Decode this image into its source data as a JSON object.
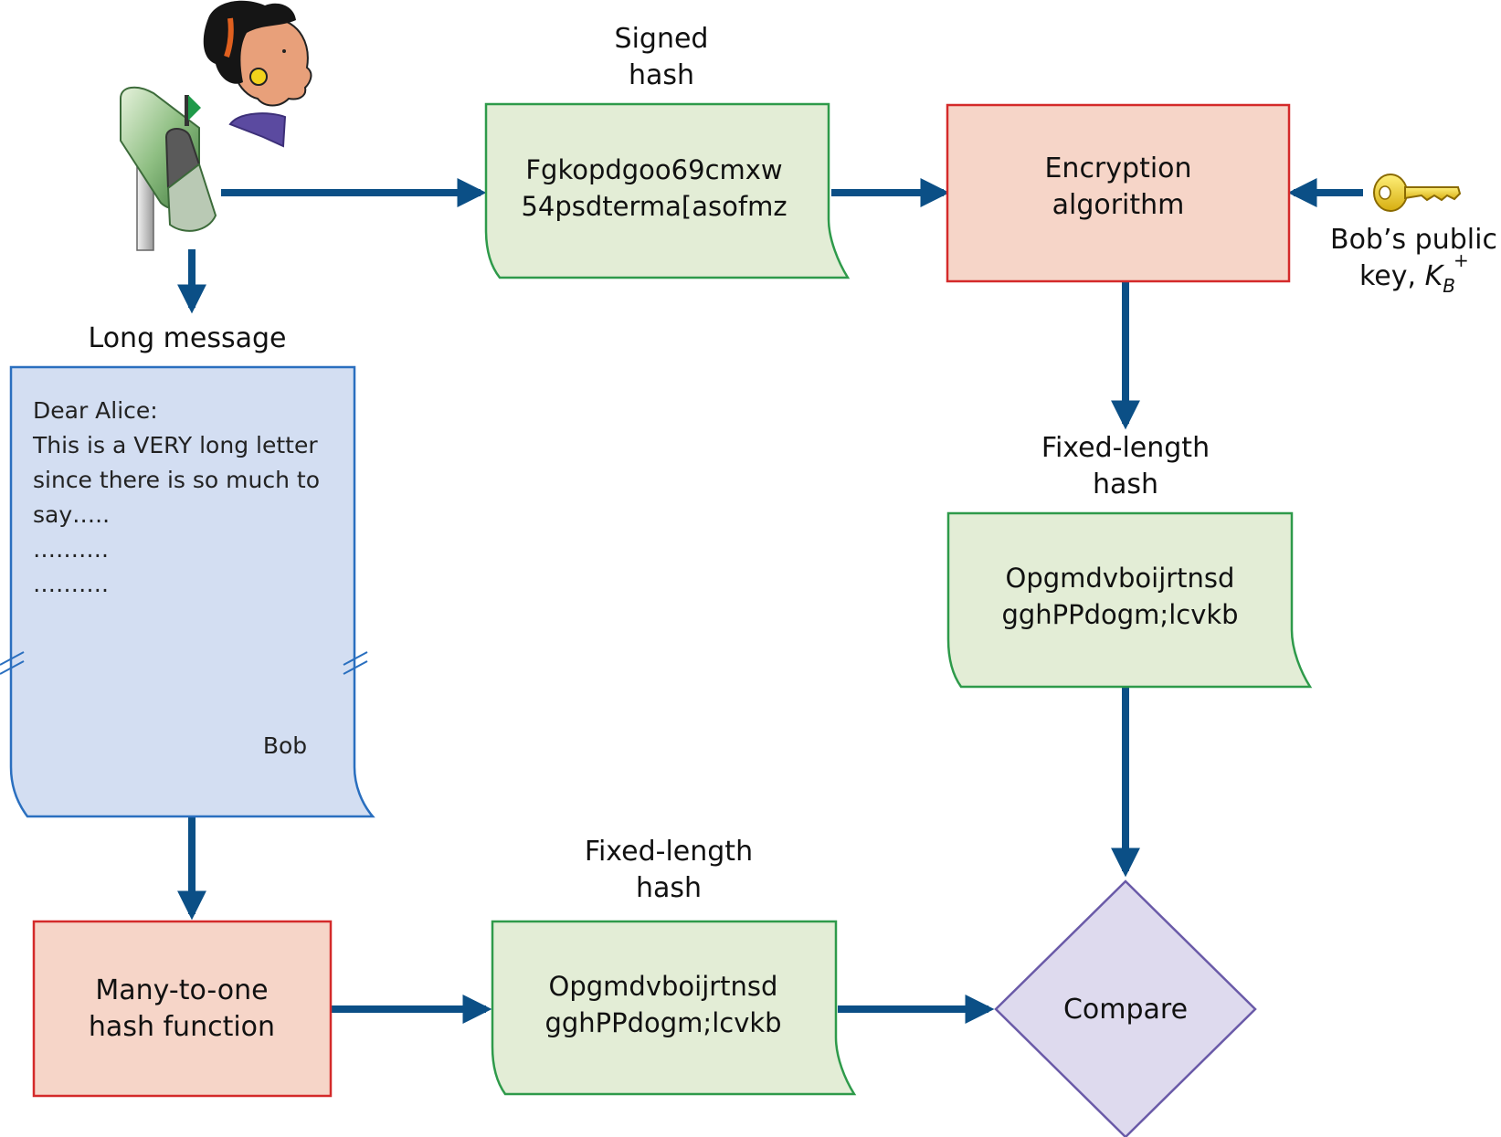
{
  "labels": {
    "signed_hash_line1": "Signed",
    "signed_hash_line2": "hash",
    "long_message": "Long message",
    "fixed_hash_top_line1": "Fixed-length",
    "fixed_hash_top_line2": "hash",
    "fixed_hash_bottom_line1": "Fixed-length",
    "fixed_hash_bottom_line2": "hash",
    "public_key_line1": "Bob’s public",
    "public_key_line2_prefix": "key, ",
    "public_key_symbol": "K",
    "public_key_subscript": "B",
    "public_key_superscript": "+"
  },
  "signed_hash_box": {
    "line1": "Fgkopdgoo69cmxw",
    "line2": "54psdterma[asofmz"
  },
  "encryption_box": {
    "line1": "Encryption",
    "line2": "algorithm"
  },
  "fixed_hash_top_box": {
    "line1": "Opgmdvboijrtnsd",
    "line2": "gghPPdogm;lcvkb"
  },
  "fixed_hash_bottom_box": {
    "line1": "Opgmdvboijrtnsd",
    "line2": "gghPPdogm;lcvkb"
  },
  "hash_function_box": {
    "line1": "Many-to-one",
    "line2": "hash function"
  },
  "compare_box": {
    "label": "Compare"
  },
  "letter": {
    "lines": [
      "Dear Alice:",
      "This is a VERY long letter",
      "since there is so much to",
      "say…..",
      "……….",
      "………."
    ],
    "signature": "Bob"
  },
  "colors": {
    "arrow": "#0b4f86",
    "green_fill": "#e3edd6",
    "green_stroke": "#2e9a4a",
    "red_fill": "#f6d5c8",
    "red_stroke": "#d42a2a",
    "blue_fill": "#d3def2",
    "blue_stroke": "#2a6fbf",
    "purple_fill": "#dedaee",
    "purple_stroke": "#6a5aa8",
    "key_color": "#f2d21b"
  },
  "icons": [
    "mailbox-icon",
    "alice-head-icon",
    "key-icon"
  ]
}
